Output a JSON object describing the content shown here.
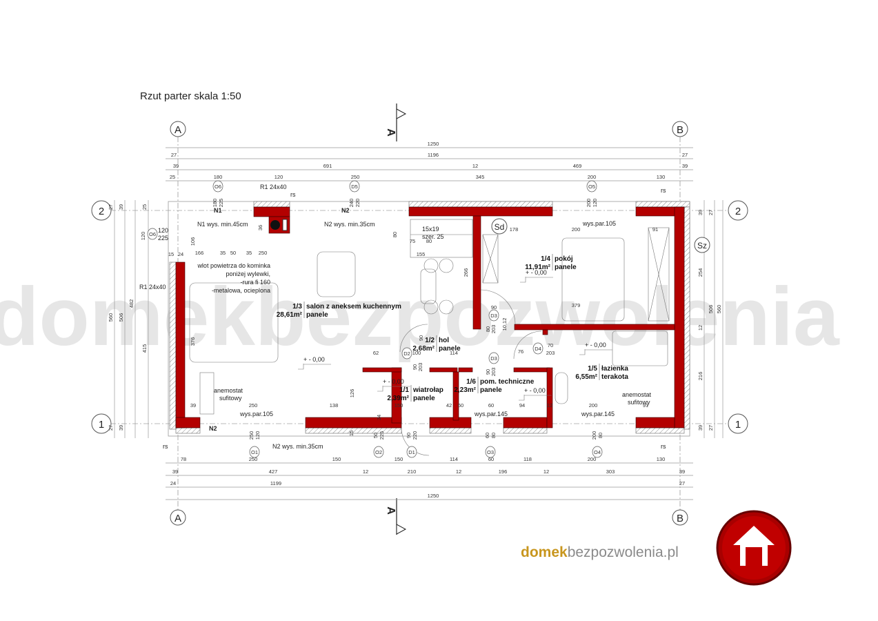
{
  "title": "Rzut parter skala 1:50",
  "axes": {
    "left": "A",
    "right": "B",
    "top_row": "2",
    "bottom_row": "1",
    "section": "A"
  },
  "watermark": "domekbezpozwolenia",
  "brand": {
    "part1": "domek",
    "part2": "bezpozwolenia.pl",
    "accent": "#c8961e",
    "logo_color": "#b30000"
  },
  "dimensions": {
    "top": [
      [
        "1250"
      ],
      [
        "27",
        "1196",
        "27"
      ],
      [
        "39",
        "691",
        "12",
        "469",
        "39"
      ],
      [
        "25",
        "180",
        "120",
        "250",
        "345",
        "200",
        "130"
      ]
    ],
    "bottom": [
      [
        "78",
        "250",
        "150",
        "150",
        "114",
        "60",
        "118",
        "200",
        "130"
      ],
      [
        "39",
        "427",
        "12",
        "210",
        "12",
        "196",
        "12",
        "303",
        "39"
      ],
      [
        "24",
        "1199",
        "27"
      ],
      [
        "1250"
      ]
    ],
    "left": [
      "560",
      "506",
      "482",
      "415",
      "27",
      "39",
      "25",
      "27",
      "39"
    ],
    "right": [
      "39",
      "27",
      "254",
      "12",
      "216",
      "506",
      "560",
      "39",
      "27"
    ]
  },
  "openings_top": [
    {
      "tag": "O6",
      "w": "180",
      "h": "225"
    },
    {
      "tag": "D5",
      "w": "240",
      "h": "220"
    },
    {
      "tag": "O5",
      "w": "200",
      "h": "120"
    }
  ],
  "openings_bottom": [
    {
      "tag": "O1",
      "w": "250",
      "h": "120"
    },
    {
      "tag": "O2",
      "w": "50",
      "h": "225"
    },
    {
      "tag": "D1",
      "w": "90",
      "h": "220"
    },
    {
      "tag": "O3",
      "w": "60",
      "h": "80"
    },
    {
      "tag": "O4",
      "w": "200",
      "h": "80"
    }
  ],
  "opening_left": {
    "tag": "O6",
    "w": "120",
    "h": "225",
    "dim": "120"
  },
  "doors": [
    {
      "tag": "D2",
      "w": "90",
      "h": "203"
    },
    {
      "tag": "D3",
      "w": "80",
      "h": "203"
    },
    {
      "tag": "D3",
      "w": "90",
      "h": "203"
    },
    {
      "tag": "D4",
      "w": "70",
      "h": "203"
    }
  ],
  "rooms": [
    {
      "num": "1/3",
      "name": "salon z aneksem kuchennym",
      "area": "28,61m²",
      "floor": "panele"
    },
    {
      "num": "1/2",
      "name": "hol",
      "area": "2,68m²",
      "floor": "panele"
    },
    {
      "num": "1/1",
      "name": "wiatrołap",
      "area": "2,39m²",
      "floor": "panele"
    },
    {
      "num": "1/6",
      "name": "pom. techniczne",
      "area": "2,23m²",
      "floor": "panele"
    },
    {
      "num": "1/4",
      "name": "pokój",
      "area": "11,91m²",
      "floor": "panele"
    },
    {
      "num": "1/5",
      "name": "łazienka",
      "area": "6,55m²",
      "floor": "terakota"
    }
  ],
  "level": "+ - 0,00",
  "notes": {
    "n1": "N1",
    "n2": "N2",
    "n1_note": "N1 wys. min.45cm",
    "n2_note": "N2 wys. min.35cm",
    "r1": "R1 24x40",
    "rs": "rs",
    "air_inlet": [
      "wlot powietrza do kominka",
      "poniżej wylewki,",
      "-rura fi 160",
      "-metalowa, ocieplona"
    ],
    "stairs": [
      "15x19",
      "szer. 25"
    ],
    "sd": "Sd",
    "sz": "Sz",
    "sill_105": "wys.par.105",
    "sill_145": "wys.par.145",
    "anemostat": [
      "anemostat",
      "sufitowy"
    ]
  },
  "inner_dims": [
    "166",
    "35",
    "50",
    "35",
    "250",
    "15",
    "24",
    "106",
    "36",
    "80",
    "75",
    "80",
    "155",
    "266",
    "178",
    "200",
    "91",
    "379",
    "90",
    "10,12",
    "114",
    "62",
    "100",
    "126",
    "138",
    "150",
    "60",
    "42",
    "60",
    "94",
    "12",
    "200",
    "91",
    "250",
    "39",
    "376",
    "76",
    "15",
    "24",
    "90"
  ]
}
